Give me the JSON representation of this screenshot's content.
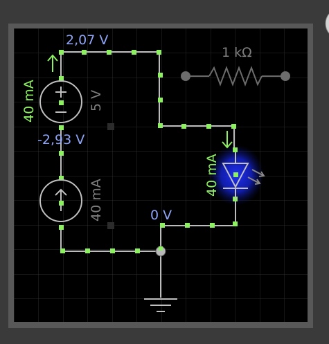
{
  "circuit": {
    "labels": {
      "top_voltage": "2,07 V",
      "bottom_voltage": "-2,93 V",
      "ground_voltage": "0 V",
      "source_current": "40 mA",
      "source_voltage": "5 V",
      "current_source_value": "40 mA",
      "resistor_value": "1 kΩ",
      "led_current": "40 mA"
    },
    "colors": {
      "wire": "#c8c8c8",
      "node": "#8cf060",
      "voltage_text": "#8fa5f5",
      "current_text": "#8cf060",
      "component_text": "#7e7e7e",
      "led_glow": "#1428d8"
    },
    "icons": {
      "voltage_source": "dc-voltage-source-icon",
      "current_source": "current-source-icon",
      "resistor": "resistor-icon",
      "led": "led-icon",
      "ground": "ground-icon"
    }
  }
}
